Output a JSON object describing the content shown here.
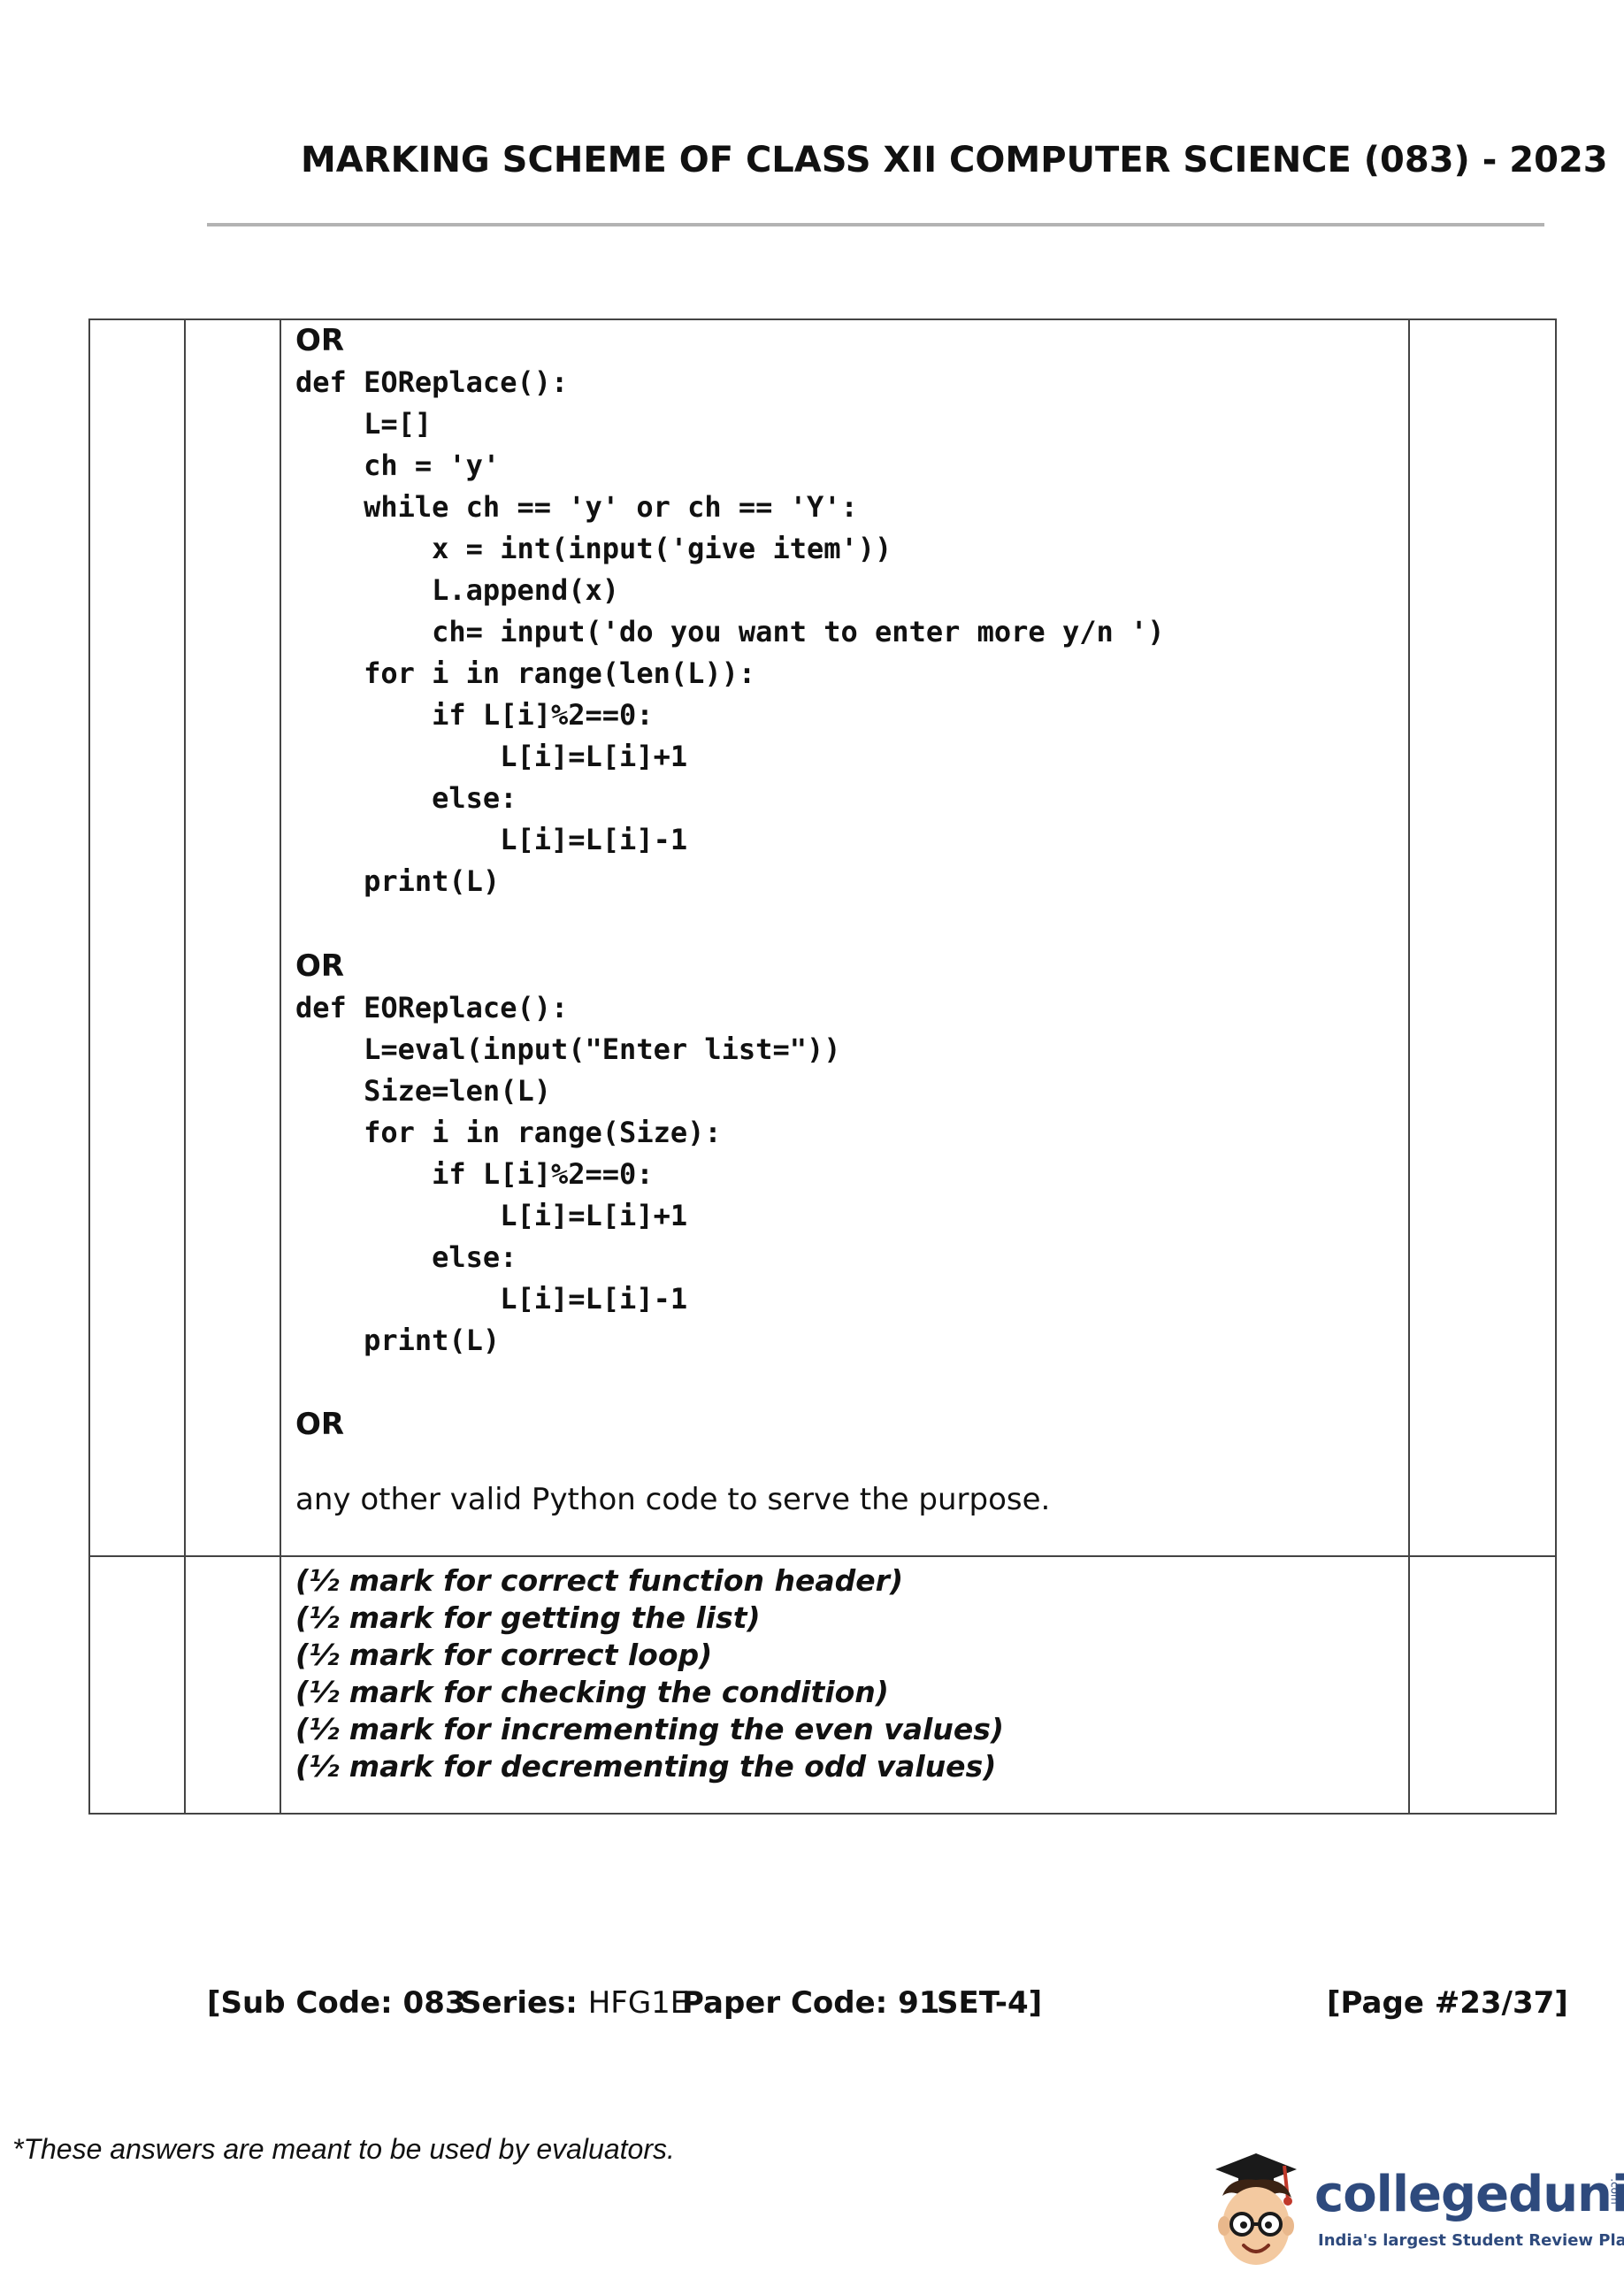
{
  "header": {
    "title": "MARKING SCHEME OF CLASS XII COMPUTER SCIENCE (083) - 2023"
  },
  "answer": {
    "block1": {
      "or": "OR",
      "code": [
        "def EOReplace():",
        "    L=[]",
        "    ch = 'y'",
        "    while ch == 'y' or ch == 'Y':",
        "        x = int(input('give item'))",
        "        L.append(x)",
        "        ch= input('do you want to enter more y/n ')",
        "    for i in range(len(L)):",
        "        if L[i]%2==0:",
        "            L[i]=L[i]+1",
        "        else:",
        "            L[i]=L[i]-1",
        "    print(L)"
      ]
    },
    "block2": {
      "or": "OR",
      "code": [
        "def EOReplace():",
        "    L=eval(input(\"Enter list=\"))",
        "    Size=len(L)",
        "    for i in range(Size):",
        "        if L[i]%2==0:",
        "            L[i]=L[i]+1",
        "        else:",
        "            L[i]=L[i]-1",
        "    print(L)"
      ]
    },
    "block3": {
      "or": "OR",
      "text": "any other valid Python code to serve the purpose."
    },
    "marks": [
      "(½ mark for correct function header)",
      "(½ mark for getting the list)",
      "(½ mark for correct loop)",
      "(½ mark for checking the condition)",
      "(½ mark for incrementing the even values)",
      "(½ mark for decrementing the odd values)"
    ]
  },
  "footer": {
    "sub_code_label": "[Sub Code: 083",
    "series_label": "Series: ",
    "series_value": "HFG1E",
    "paper_code": "Paper Code: 91",
    "set": "SET-4]",
    "page": "[Page #23/37]",
    "note": "*These answers are meant to be used by evaluators."
  },
  "logo": {
    "name": "collegedunia",
    "com": ".com",
    "tagline": "India's largest Student Review Platform",
    "icon": "student-mascot-icon",
    "brand_color": "#2e4a7d"
  }
}
